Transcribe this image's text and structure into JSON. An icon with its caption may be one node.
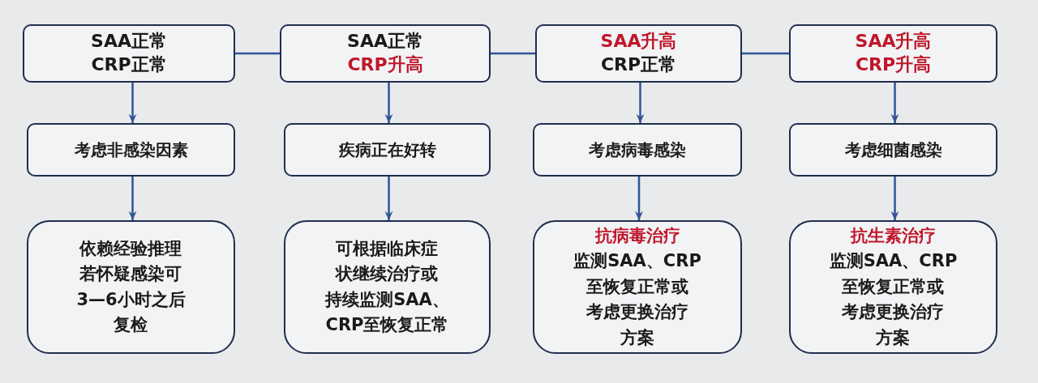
{
  "diagram": {
    "nodes": [
      {
        "text": [
          "SAA正常",
          "CRP正常"
        ]
      },
      {
        "text": [
          "SAA正常",
          "CRP升高"
        ]
      },
      {
        "text": [
          "SAA升高",
          "CRP正常"
        ]
      },
      {
        "text": [
          "SAA升高",
          "CRP升高"
        ]
      },
      {
        "text": [
          "考虑非感染因素"
        ]
      },
      {
        "text": [
          "疾病正在好转"
        ]
      },
      {
        "text": [
          "考虑病毒感染"
        ]
      },
      {
        "text": [
          "考虑细菌感染"
        ]
      },
      {
        "text": [
          "依赖经验推理若怀疑感染可3—6小时之后复检"
        ]
      },
      {
        "text": [
          "可根据临床症状继续治疗或持续监测SAA、CRP至恢复正常"
        ]
      },
      {
        "text": [
          "抗病毒治疗",
          "监测SAA、CRP至恢复正常或考虑更换治疗方案"
        ]
      },
      {
        "text": [
          "抗生素治疗",
          "监测SAA、CRP至恢复正常或考虑更换治疗方案"
        ]
      }
    ],
    "edges": [
      {
        "from": 0,
        "to": 1,
        "arrow": "none"
      },
      {
        "from": 1,
        "to": 2,
        "arrow": "none"
      },
      {
        "from": 2,
        "to": 3,
        "arrow": "none"
      },
      {
        "from": 0,
        "to": 4,
        "arrow": "to"
      },
      {
        "from": 1,
        "to": 5,
        "arrow": "to"
      },
      {
        "from": 2,
        "to": 6,
        "arrow": "to"
      },
      {
        "from": 3,
        "to": 7,
        "arrow": "to"
      },
      {
        "from": 4,
        "to": 8,
        "arrow": "to"
      },
      {
        "from": 5,
        "to": 9,
        "arrow": "to"
      },
      {
        "from": 6,
        "to": 10,
        "arrow": "to"
      },
      {
        "from": 7,
        "to": 11,
        "arrow": "to"
      }
    ]
  }
}
